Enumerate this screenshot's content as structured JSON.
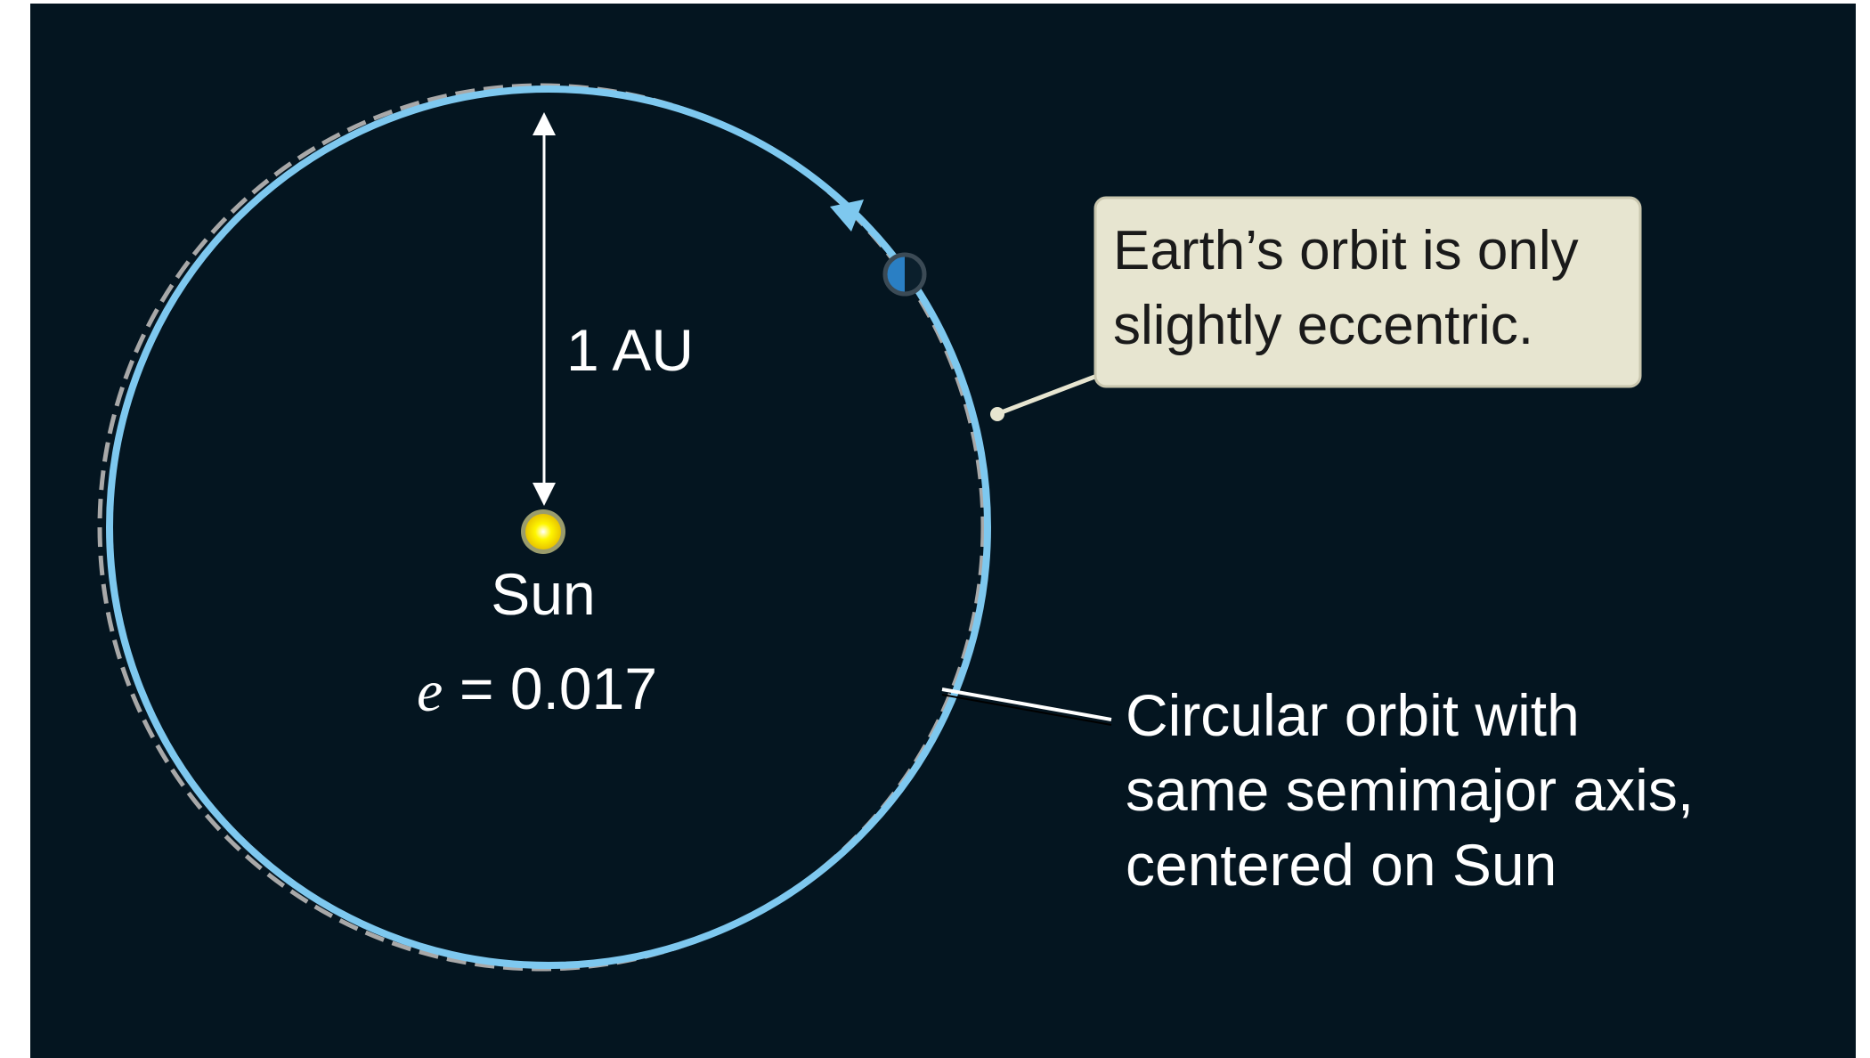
{
  "labels": {
    "distance": "1 AU",
    "sun": "Sun",
    "eccentricity_symbol": "e",
    "eccentricity_value": "= 0.017"
  },
  "callouts": {
    "orbit_note": {
      "line1": "Earth’s orbit is only",
      "line2": "slightly eccentric."
    },
    "circle_note": {
      "line1": "Circular orbit with",
      "line2": "same semimajor axis,",
      "line3": "centered on Sun"
    }
  },
  "colors": {
    "background": "#041520",
    "orbit": "#7ec8ef",
    "reference_circle": "#a8a8a8",
    "sun": "#fff200",
    "callout_box": "#e7e5d0"
  }
}
